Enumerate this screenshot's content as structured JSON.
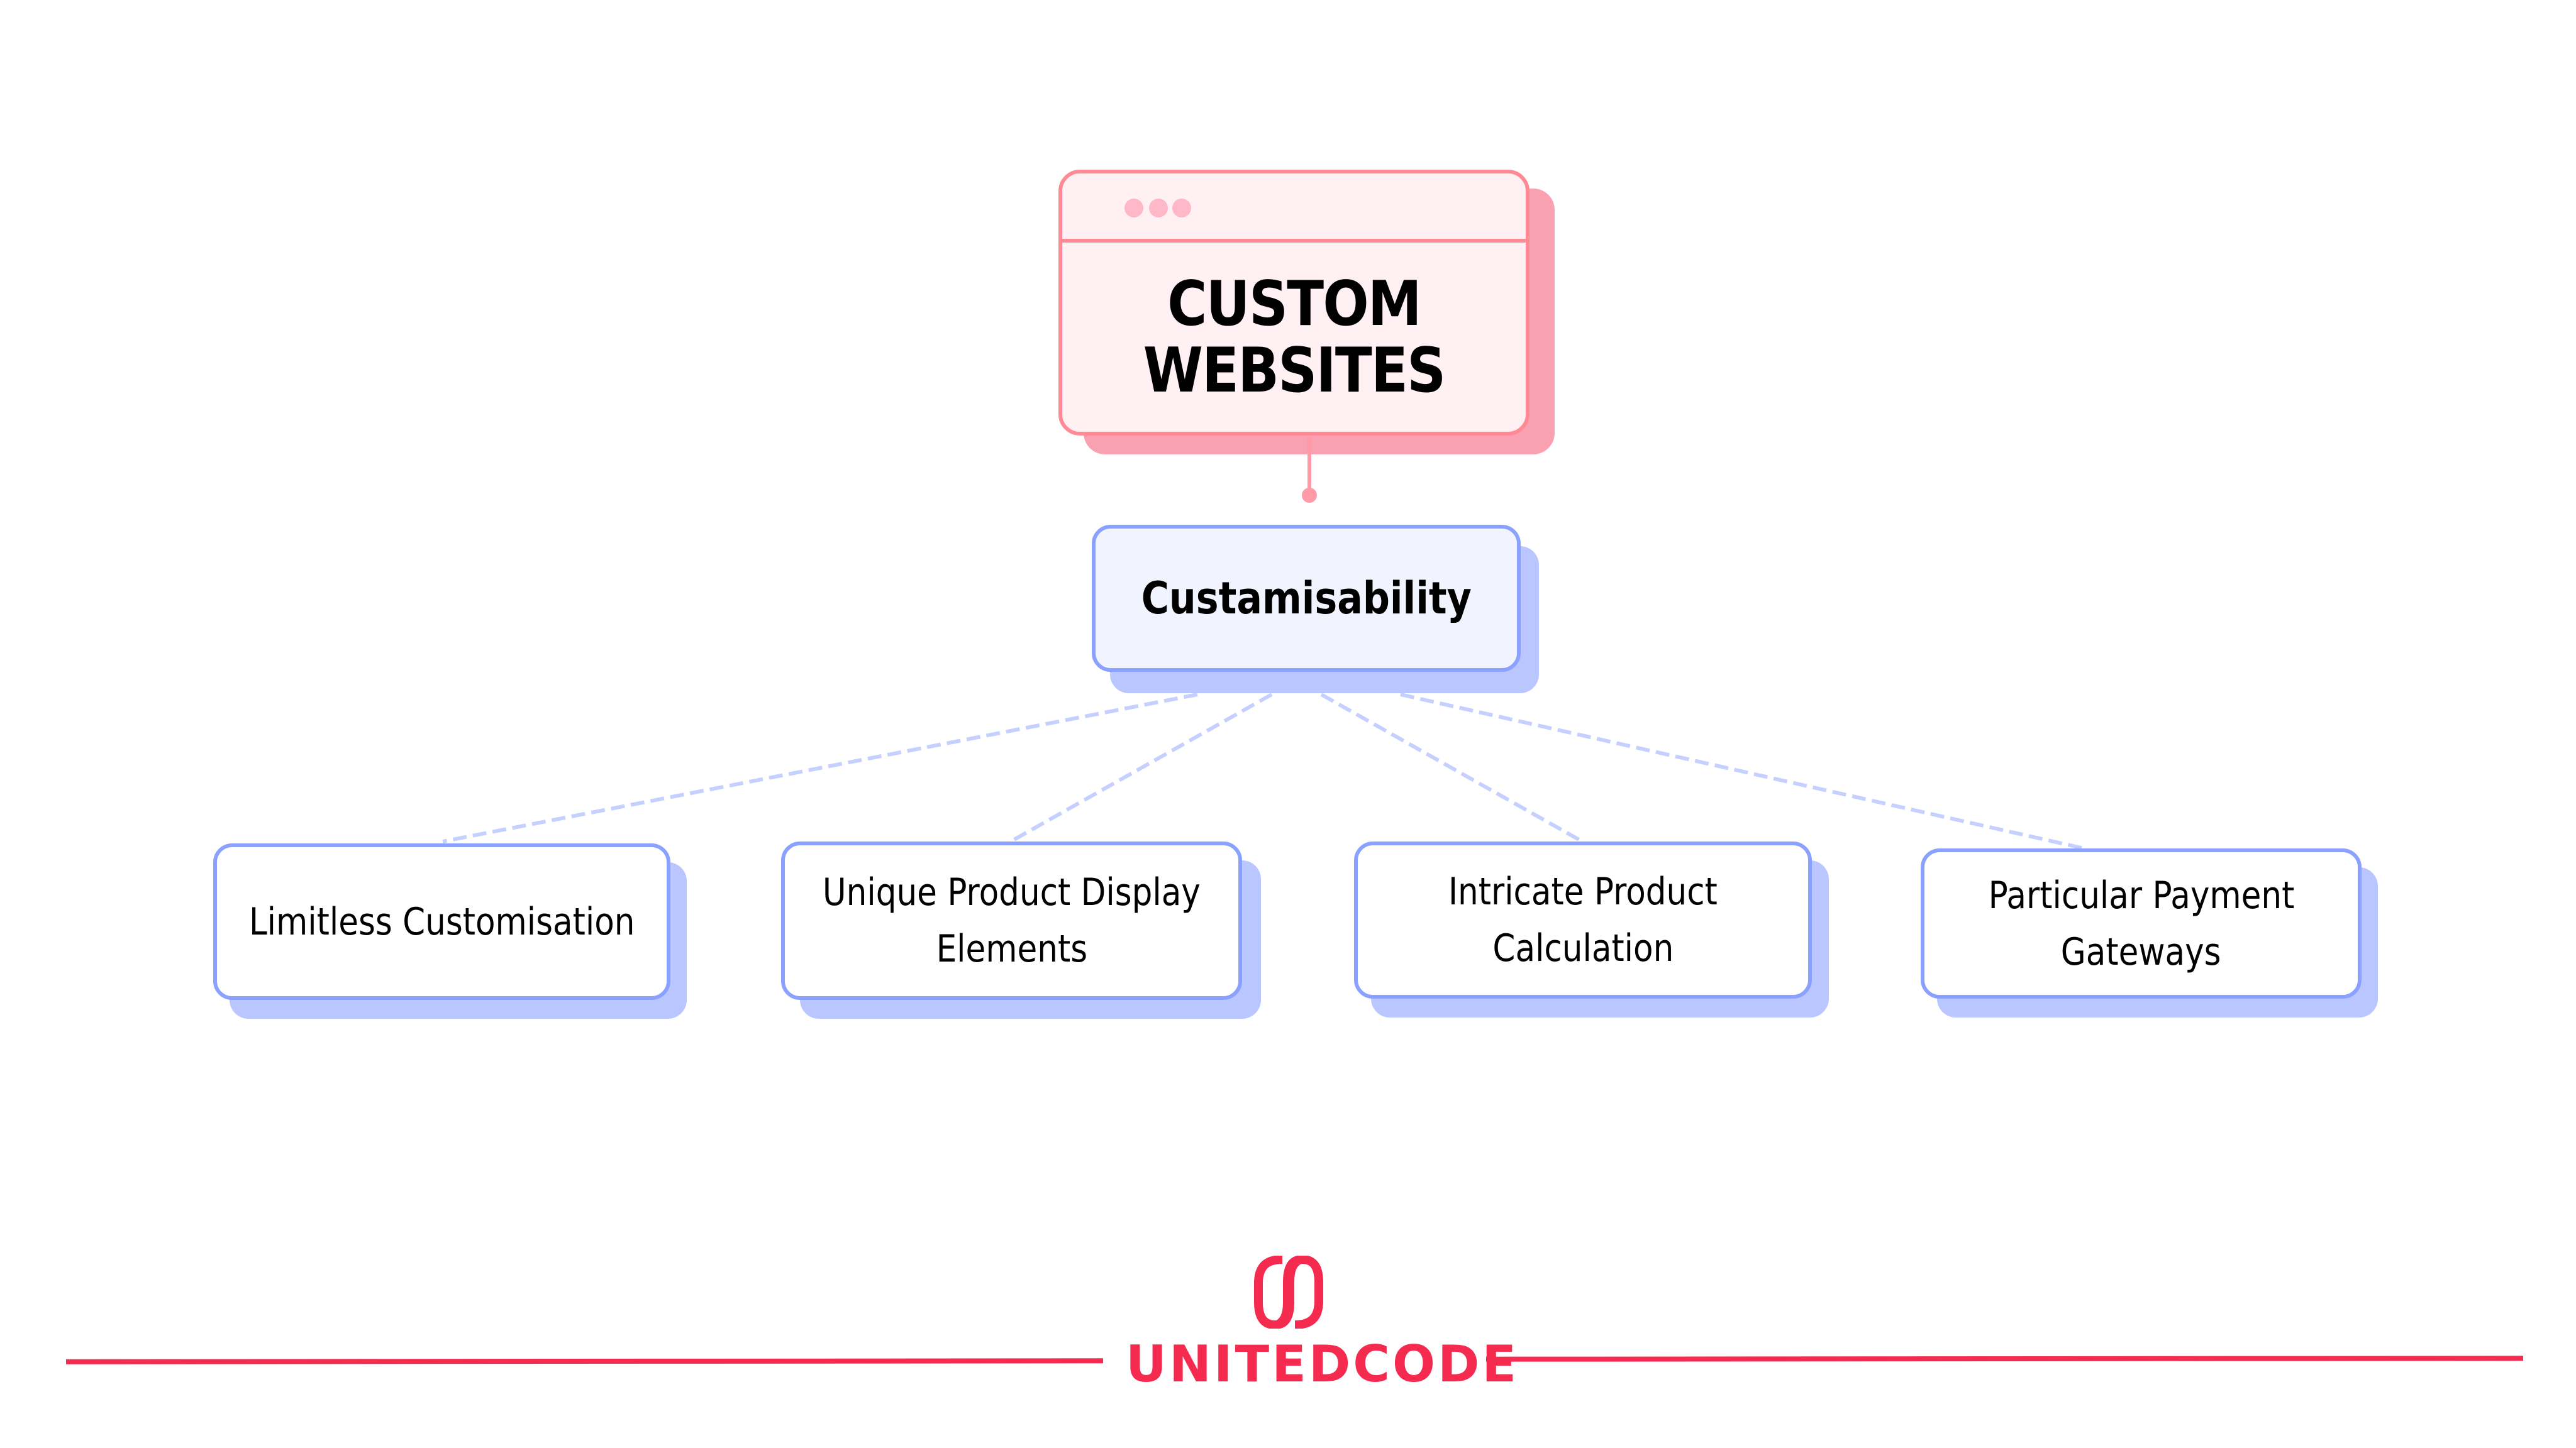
{
  "diagram": {
    "root": {
      "title_lines": [
        "CUSTOM",
        "WEBSITES"
      ],
      "window_dots": 3,
      "icon": "browser-window-icon"
    },
    "category": {
      "label": "Custamisability"
    },
    "leaves": [
      {
        "lines": [
          "Limitless Customisation"
        ]
      },
      {
        "lines": [
          "Unique Product Display",
          "Elements"
        ]
      },
      {
        "lines": [
          "Intricate Product",
          "Calculation"
        ]
      },
      {
        "lines": [
          "Particular Payment",
          "Gateways"
        ]
      }
    ],
    "edges": [
      {
        "from": "root",
        "to": "category",
        "style": "solid"
      },
      {
        "from": "category",
        "to": "leaf-1",
        "style": "dashed"
      },
      {
        "from": "category",
        "to": "leaf-2",
        "style": "dashed"
      },
      {
        "from": "category",
        "to": "leaf-3",
        "style": "dashed"
      },
      {
        "from": "category",
        "to": "leaf-4",
        "style": "dashed"
      }
    ]
  },
  "footer": {
    "brand": "UNITEDCODE",
    "logo_icon": "unitedcode-logo-icon"
  },
  "colors": {
    "root_border": "#FF8A95",
    "root_fill": "#FFF0F3",
    "root_shadow": "#F9A1B1",
    "root_dots": "#FFB8C8",
    "node_border": "#8BA1FF",
    "node_shadow": "#B9C6FF",
    "category_fill": "#F1F4FF",
    "leaf_fill": "#FFFFFF",
    "dashed_connector": "#C5D0FF",
    "brand": "#F42A4F"
  }
}
